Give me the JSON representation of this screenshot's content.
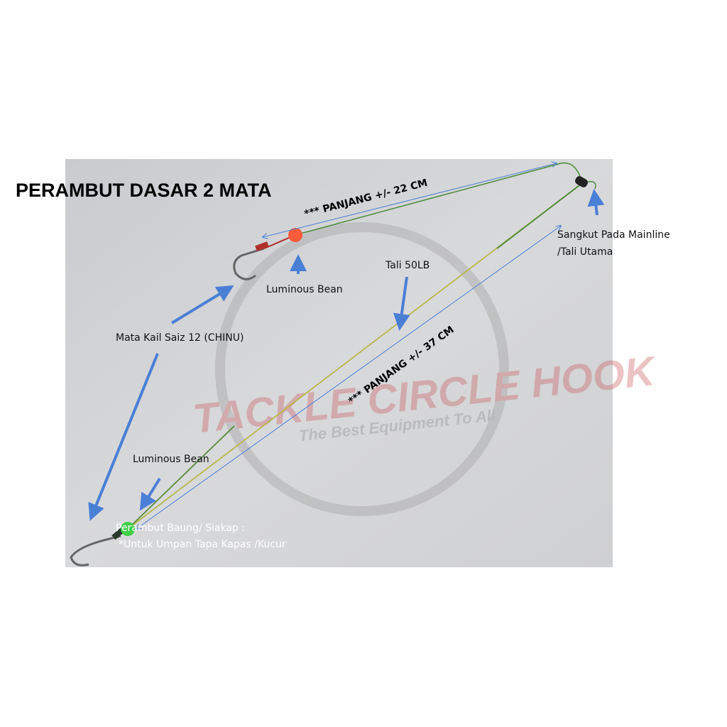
{
  "title": "PERAMBUT DASAR 2 MATA",
  "watermark": {
    "brand": "TACKLE CIRCLE HOOK",
    "tagline": "The Best Equipment To All"
  },
  "annotations": {
    "length_top": "*** PANJANG +/- 22 CM",
    "length_long": "*** PANJANG +/- 37 CM",
    "bean_top": "Luminous Bean",
    "bean_bottom": "Luminous Bean",
    "hook": "Mata Kail Saiz 12 (CHINU)",
    "line": "Tali 50LB",
    "mainline_1": "Sangkut Pada Mainline",
    "mainline_2": "/Tali Utama",
    "note_1": "Perambut Baung/ Siakap :",
    "note_2": "*Untuk Umpan Tapa Kapas /Kucur"
  },
  "colors": {
    "arrow": "#4a7fd6",
    "bead_top": "#ff5a3a",
    "bead_bottom": "#3fcf4a",
    "watermark": "#c9565a"
  }
}
